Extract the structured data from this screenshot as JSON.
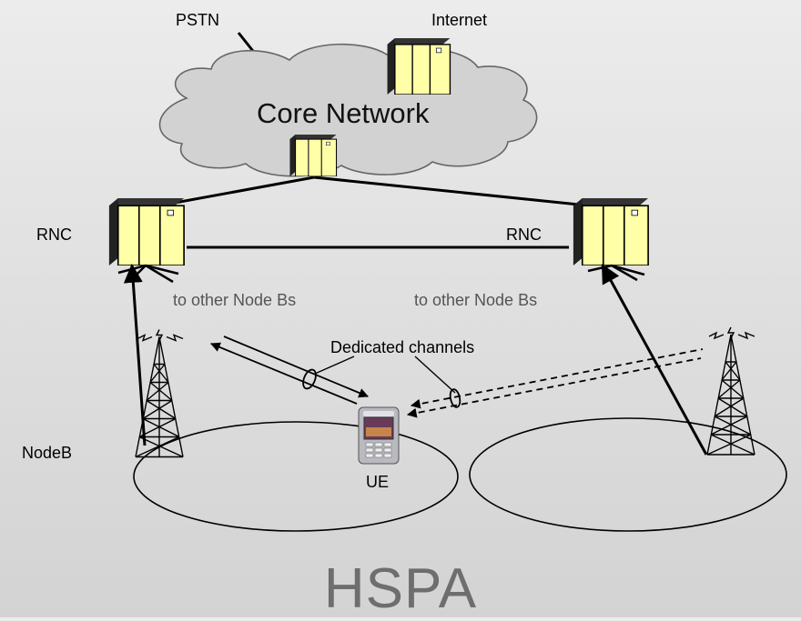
{
  "labels": {
    "pstn": "PSTN",
    "internet": "Internet",
    "core_network": "Core Network",
    "rnc_left": "RNC",
    "rnc_right": "RNC",
    "other_nodebs_left": "to other Node Bs",
    "other_nodebs_right": "to other Node Bs",
    "dedicated_channels": "Dedicated channels",
    "nodeb": "NodeB",
    "ue": "UE"
  },
  "title": "HSPA",
  "colors": {
    "server_fill": "#ffffaa",
    "server_dark": "#2a2a2a",
    "cloud_fill": "#d2d2d2",
    "title": "#6e6e6e",
    "grey_text": "#555555"
  },
  "icons": [
    "cloud-icon",
    "server-icon",
    "tower-icon",
    "phone-icon"
  ]
}
